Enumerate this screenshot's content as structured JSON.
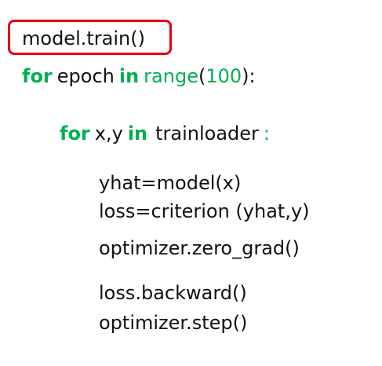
{
  "code": {
    "line1": {
      "text": "model.train()"
    },
    "line2": {
      "kw_for": "for",
      "text_epoch": "epoch",
      "kw_in": "in",
      "fn_range": "range",
      "open_paren": "(",
      "num_100": "100",
      "close_colon": "):"
    },
    "line3": {
      "kw_for": "for",
      "vars": "x,y",
      "kw_in": "in",
      "iter": "trainloader",
      "colon": ":"
    },
    "line4": {
      "text": "yhat=model(x)"
    },
    "line5": {
      "text": "loss=criterion (yhat,y)"
    },
    "line6": {
      "text": "optimizer.zero_grad()"
    },
    "line7": {
      "text": "loss.backward()"
    },
    "line8": {
      "text": "optimizer.step()"
    }
  },
  "colors": {
    "keyword": "#00b050",
    "highlight_border": "#e60012",
    "text": "#111111",
    "background": "#ffffff"
  }
}
